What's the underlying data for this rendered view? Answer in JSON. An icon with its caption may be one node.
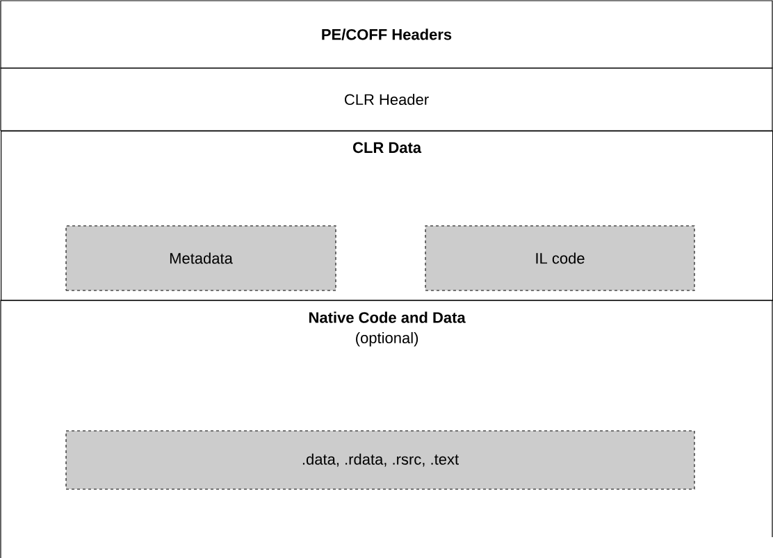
{
  "diagram": {
    "nodes": [
      {
        "text": [
          "PE/COFF Headers"
        ]
      },
      {
        "text": [
          "CLR Header"
        ]
      },
      {
        "text": [
          "CLR Data"
        ]
      },
      {
        "text": [
          "Metadata"
        ],
        "in": 2
      },
      {
        "text": [
          "IL code"
        ],
        "in": 2
      },
      {
        "text": [
          "Native Code and Data",
          "(optional)"
        ]
      },
      {
        "text": [
          ".data, .rdata, .rsrc, .text"
        ],
        "in": 5
      }
    ]
  }
}
